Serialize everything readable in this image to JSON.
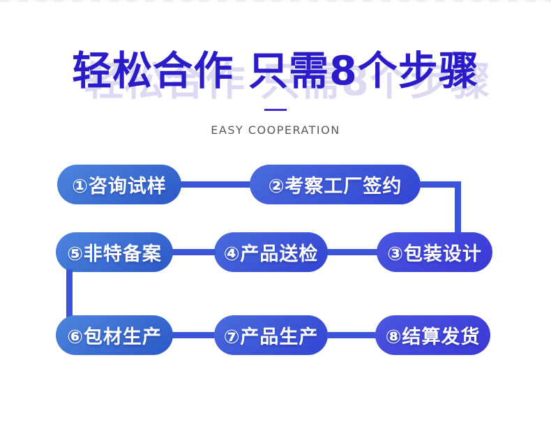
{
  "header": {
    "title": "轻松合作 只需8个步骤",
    "subtitle": "EASY COOPERATION"
  },
  "colors": {
    "title_blue": "#2A1CC8",
    "title_shadow_lavender": "#DCD9F3",
    "divider_purple": "#4B2ACF",
    "subtitle_gray": "#58585A",
    "pill_blue_light": "#4E86DE",
    "pill_blue_dark": "#2D5AC8",
    "pill_indigo_light": "#4B57E0",
    "pill_indigo_dark": "#3A39D6",
    "connector_blue": "#3C54D6",
    "pill_text": "#FFFFFF"
  },
  "steps": [
    {
      "label": "①咨询试样"
    },
    {
      "label": "②考察工厂签约"
    },
    {
      "label": "③包装设计"
    },
    {
      "label": "④产品送检"
    },
    {
      "label": "⑤非特备案"
    },
    {
      "label": "⑥包材生产"
    },
    {
      "label": "⑦产品生产"
    },
    {
      "label": "⑧结算发货"
    }
  ]
}
